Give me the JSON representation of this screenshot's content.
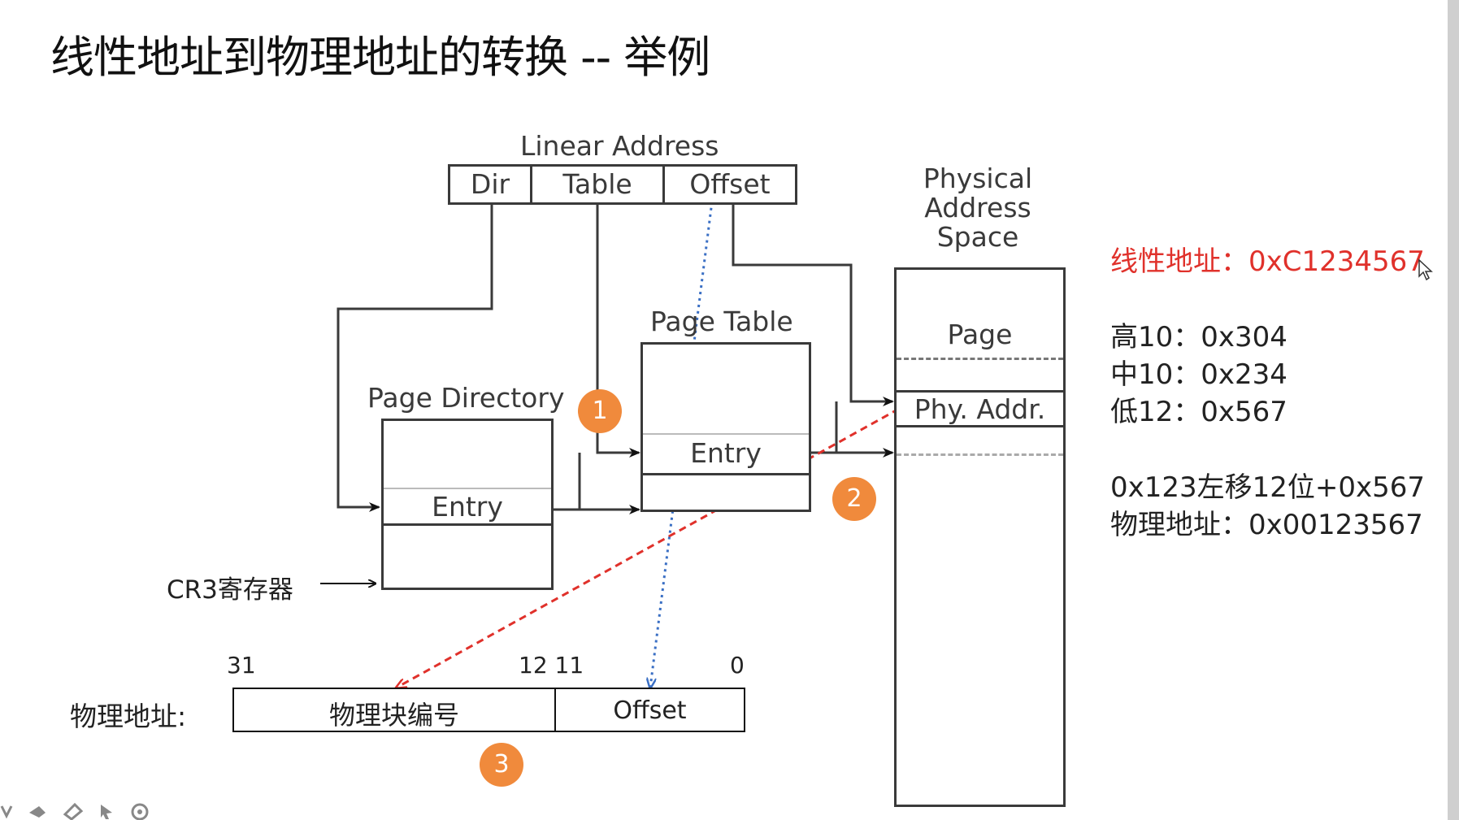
{
  "title": "线性地址到物理地址的转换 -- 举例",
  "diagram": {
    "linear_address_label": "Linear Address",
    "linear_fields": [
      "Dir",
      "Table",
      "Offset"
    ],
    "physical_space_label": [
      "Physical",
      "Address",
      "Space"
    ],
    "page_table_label": "Page Table",
    "page_directory_label": "Page Directory",
    "entry_label": "Entry",
    "page_label": "Page",
    "phy_addr_label": "Phy. Addr.",
    "cr3_label": "CR3寄存器",
    "physical_address_label": "物理地址:",
    "bits": {
      "b31": "31",
      "b12_11": "12 11",
      "b0": "0"
    },
    "phys_fields": [
      "物理块编号",
      "Offset"
    ],
    "badges": [
      "1",
      "2",
      "3"
    ]
  },
  "notes": {
    "linear_addr": "线性地址：0xC1234567",
    "high10": "高10：0x304",
    "mid10": "中10：0x234",
    "low12": "低12：0x567",
    "calc": "0x123左移12位+0x567",
    "phys_addr": "物理地址：0x00123567"
  },
  "colors": {
    "accent_red": "#e0312b",
    "badge_orange": "#f08a3c",
    "dotted_blue": "#3a6fc4",
    "line_gray": "#3a3a3a"
  }
}
